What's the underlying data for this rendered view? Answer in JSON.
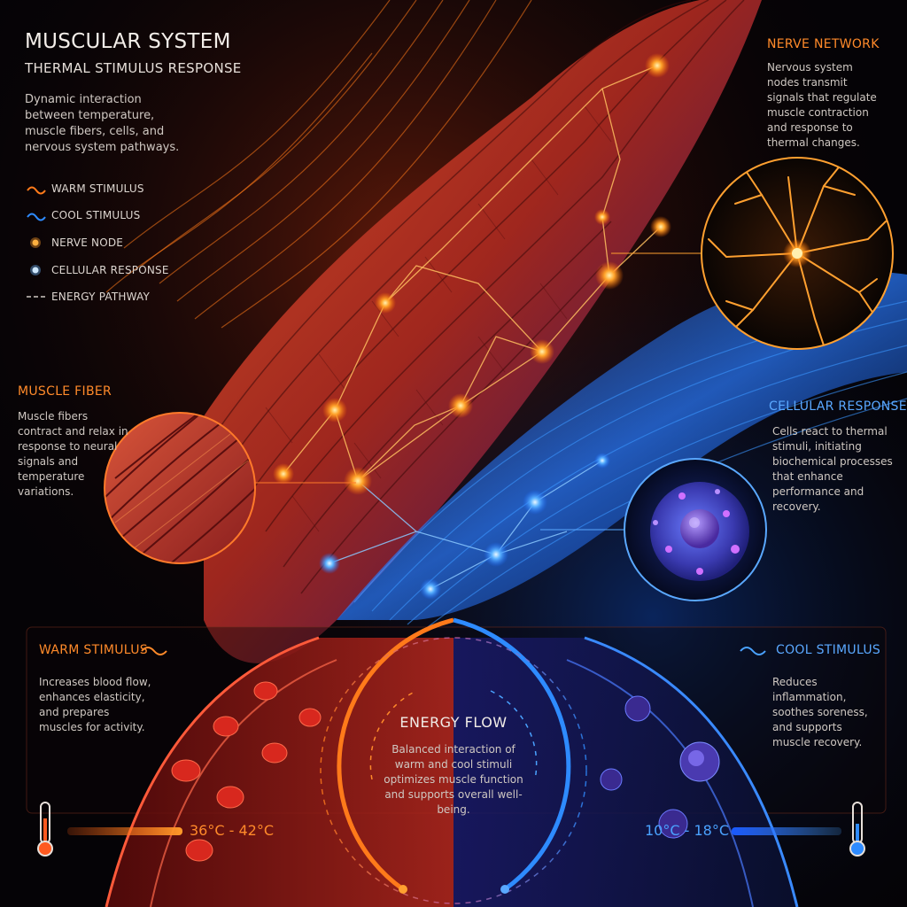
{
  "header": {
    "title": "MUSCULAR SYSTEM",
    "subtitle": "THERMAL STIMULUS RESPONSE",
    "intro": "Dynamic interaction between temperature, muscle fibers, cells, and nervous system pathways."
  },
  "legend": [
    {
      "label": "WARM STIMULUS",
      "icon": "orange-wave-icon",
      "color": "#ff7a1a"
    },
    {
      "label": "COOL STIMULUS",
      "icon": "blue-wave-icon",
      "color": "#2e8bff"
    },
    {
      "label": "NERVE NODE",
      "icon": "orange-dot-icon",
      "color": "#ff9a2a"
    },
    {
      "label": "CELLULAR RESPONSE",
      "icon": "blue-dot-icon",
      "color": "#6fb6ff"
    },
    {
      "label": "ENERGY PATHWAY",
      "icon": "dashed-line-icon",
      "color": "#cfc8c2"
    }
  ],
  "callouts": {
    "nerve_network": {
      "title": "NERVE NETWORK",
      "text": "Nervous system nodes transmit signals that regulate muscle contraction and response to thermal changes."
    },
    "muscle_fiber": {
      "title": "MUSCLE FIBER",
      "text": "Muscle fibers contract and relax in response to neural signals and temperature variations."
    },
    "cellular_response": {
      "title": "CELLULAR RESPONSE",
      "text": "Cells react to thermal stimuli, initiating biochemical processes that enhance performance and recovery."
    }
  },
  "bottom": {
    "warm": {
      "title": "WARM STIMULUS",
      "text": "Increases blood flow, enhances elasticity, and prepares muscles for activity.",
      "range": "36°C - 42°C"
    },
    "cool": {
      "title": "COOL STIMULUS",
      "text": "Reduces inflammation, soothes soreness, and supports muscle recovery.",
      "range": "10°C - 18°C"
    },
    "energy": {
      "title": "ENERGY FLOW",
      "text": "Balanced interaction of warm and cool stimuli optimizes muscle function and supports overall well-being."
    }
  },
  "colors": {
    "warm": "#ff7a1a",
    "cool": "#2e8bff",
    "muscle": "#b8322a",
    "background": "#050306"
  }
}
